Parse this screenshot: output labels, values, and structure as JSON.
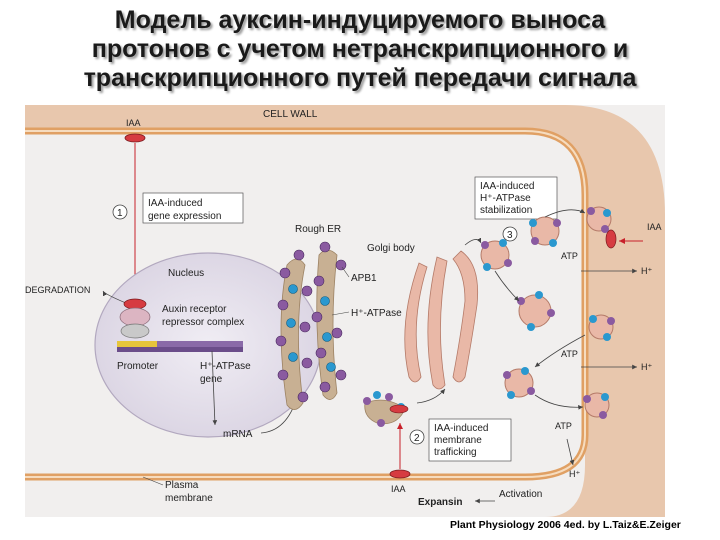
{
  "title_lines": [
    "Модель ауксин-индуцируемого выноса",
    "протонов с учетом нетранскрипционного и",
    "транскрипционного путей передачи сигнала"
  ],
  "credit": "Plant Physiology 2006 4ed. by L.Taiz&E.Zeiger",
  "diagram": {
    "cell_wall": "CELL WALL",
    "iaa": "IAA",
    "step1": "1",
    "step2": "2",
    "step3": "3",
    "iaa_gene_expression": [
      "IAA-induced",
      "gene expression"
    ],
    "nucleus": "Nucleus",
    "degradation": "DEGRADATION",
    "auxin_receptor": [
      "Auxin receptor",
      "repressor complex"
    ],
    "promoter": "Promoter",
    "atpase_gene": [
      "H⁺-ATPase",
      "gene"
    ],
    "mrna": "mRNA",
    "rough_er": "Rough ER",
    "apb1": "APB1",
    "atpase": "H⁺-ATPase",
    "golgi": "Golgi body",
    "stabilization": [
      "IAA-induced",
      "H⁺-ATPase",
      "stabilization"
    ],
    "trafficking": [
      "IAA-induced",
      "membrane",
      "trafficking"
    ],
    "atp": "ATP",
    "hplus": "H⁺",
    "expansin": "Expansin",
    "activation": "Activation",
    "plasma_membrane": [
      "Plasma",
      "membrane"
    ]
  }
}
